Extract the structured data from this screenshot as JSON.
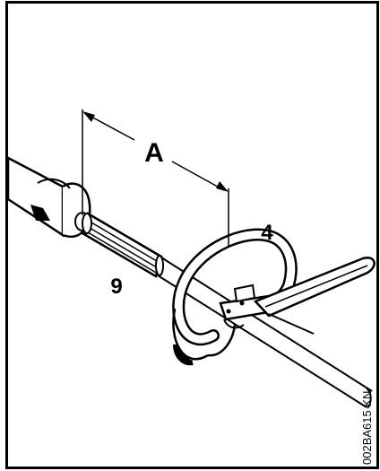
{
  "figure": {
    "dimension_label": "A",
    "callout_handle": "4",
    "callout_splined_shaft": "9",
    "figure_code": "002BA615 KN"
  }
}
